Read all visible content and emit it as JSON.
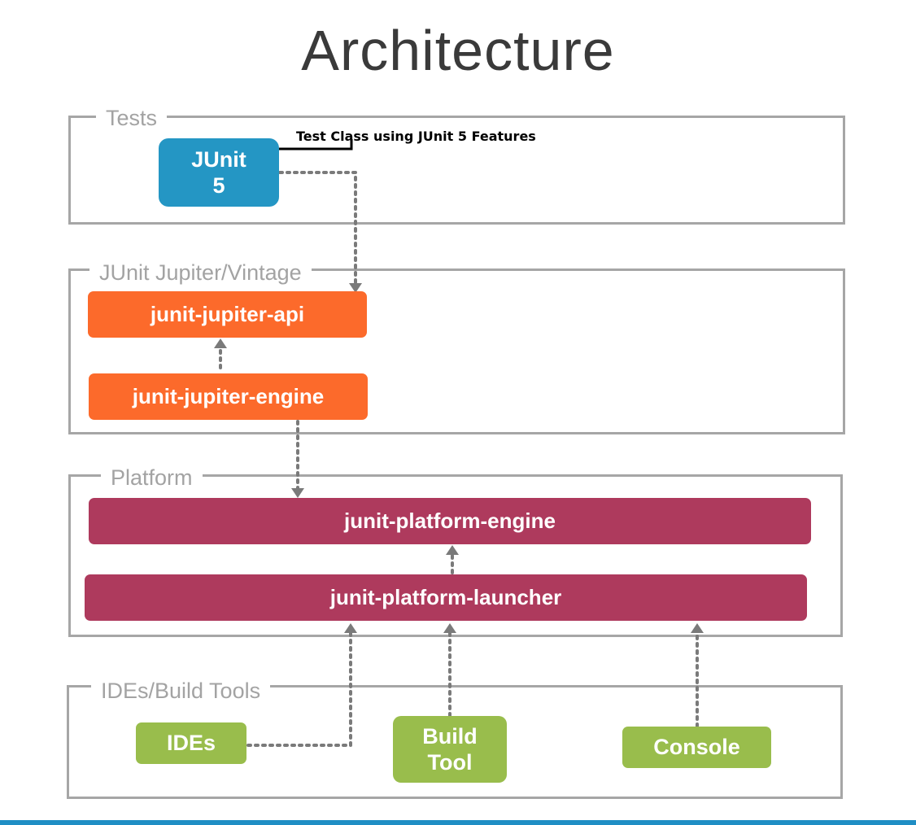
{
  "title": "Architecture",
  "annotation": "Test Class using JUnit 5 Features",
  "groups": {
    "tests": "Tests",
    "jupiter": "JUnit Jupiter/Vintage",
    "platform": "Platform",
    "tools": "IDEs/Build Tools"
  },
  "boxes": {
    "junit5_line1": "JUnit",
    "junit5_line2": "5",
    "jupiter_api": "junit-jupiter-api",
    "jupiter_engine": "junit-jupiter-engine",
    "platform_engine": "junit-platform-engine",
    "platform_launcher": "junit-platform-launcher",
    "ides": "IDEs",
    "build_tool_line1": "Build",
    "build_tool_line2": "Tool",
    "console": "Console"
  },
  "colors": {
    "tests": "#2496c4",
    "jupiter": "#fc6a2b",
    "platform": "#ae3a5d",
    "tools": "#99bd4c",
    "frame": "#a6a6a6",
    "connector": "#7a7a7a",
    "bottom_bar": "#1f8ec4"
  }
}
